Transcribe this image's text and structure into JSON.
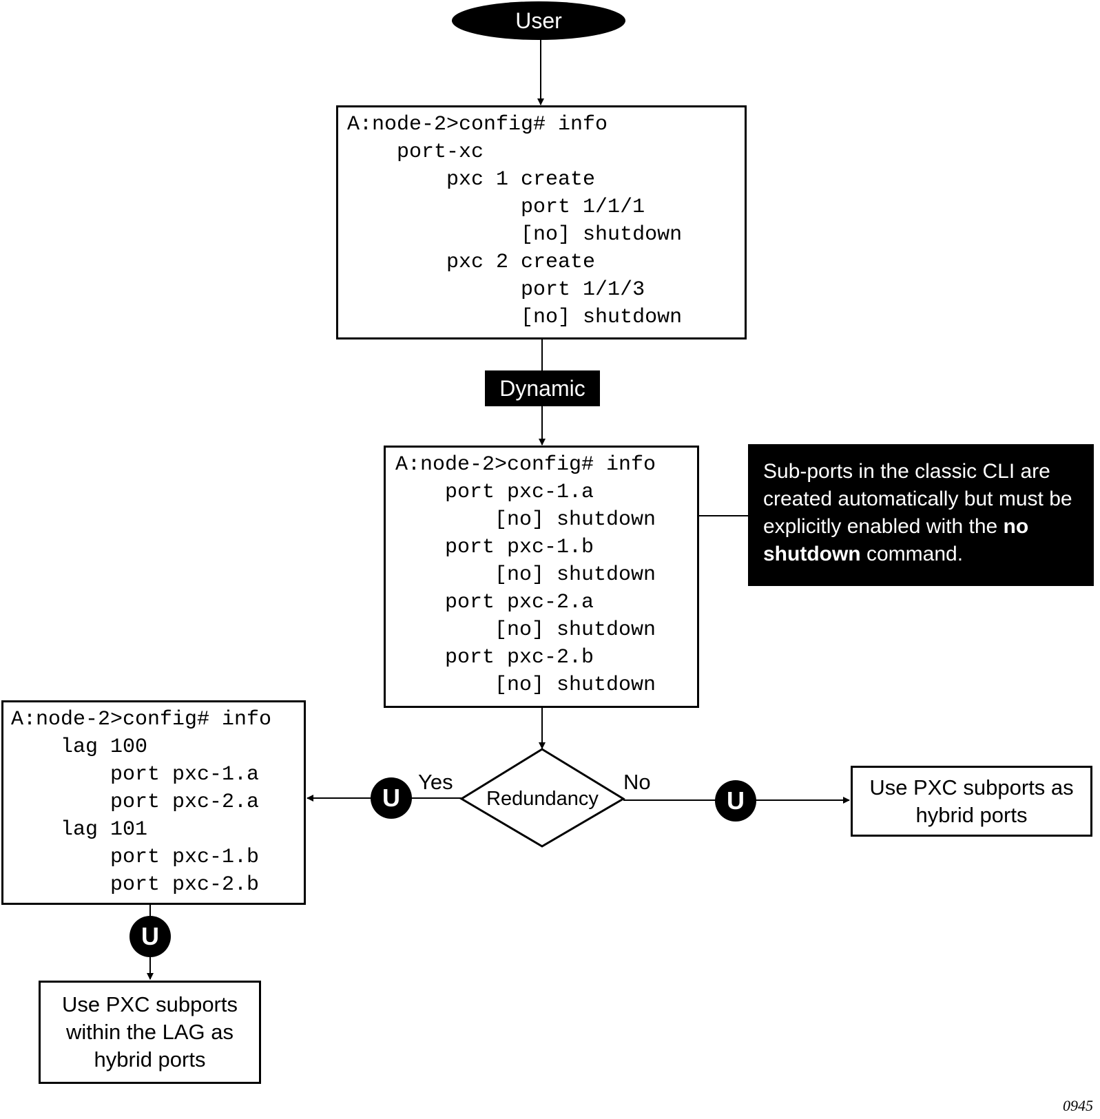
{
  "user_node": {
    "label": "User"
  },
  "config_box_1": {
    "lines": [
      "A:node-2>config# info",
      "    port-xc",
      "        pxc 1 create",
      "              port 1/1/1",
      "              [no] shutdown",
      "        pxc 2 create",
      "              port 1/1/3",
      "              [no] shutdown"
    ]
  },
  "dynamic_label": "Dynamic",
  "config_box_2": {
    "lines": [
      "A:node-2>config# info",
      "    port pxc-1.a",
      "        [no] shutdown",
      "    port pxc-1.b",
      "        [no] shutdown",
      "    port pxc-2.a",
      "        [no] shutdown",
      "    port pxc-2.b",
      "        [no] shutdown"
    ]
  },
  "note": {
    "text_before": "Sub-ports in the classic CLI are created automatically but must be explicitly enabled with the ",
    "bold": "no shutdown",
    "text_after": " command."
  },
  "decision": {
    "label": "Redundancy",
    "yes_label": "Yes",
    "no_label": "No"
  },
  "config_box_3": {
    "lines": [
      "A:node-2>config# info",
      "    lag 100",
      "        port pxc-1.a",
      "        port pxc-2.a",
      "    lag 101",
      "        port pxc-1.b",
      "        port pxc-2.b"
    ]
  },
  "u_badge": {
    "label": "U"
  },
  "outcome_hybrid": "Use PXC subports as hybrid ports",
  "outcome_lag": "Use PXC subports within the LAG as hybrid ports",
  "figure_id": "0945"
}
